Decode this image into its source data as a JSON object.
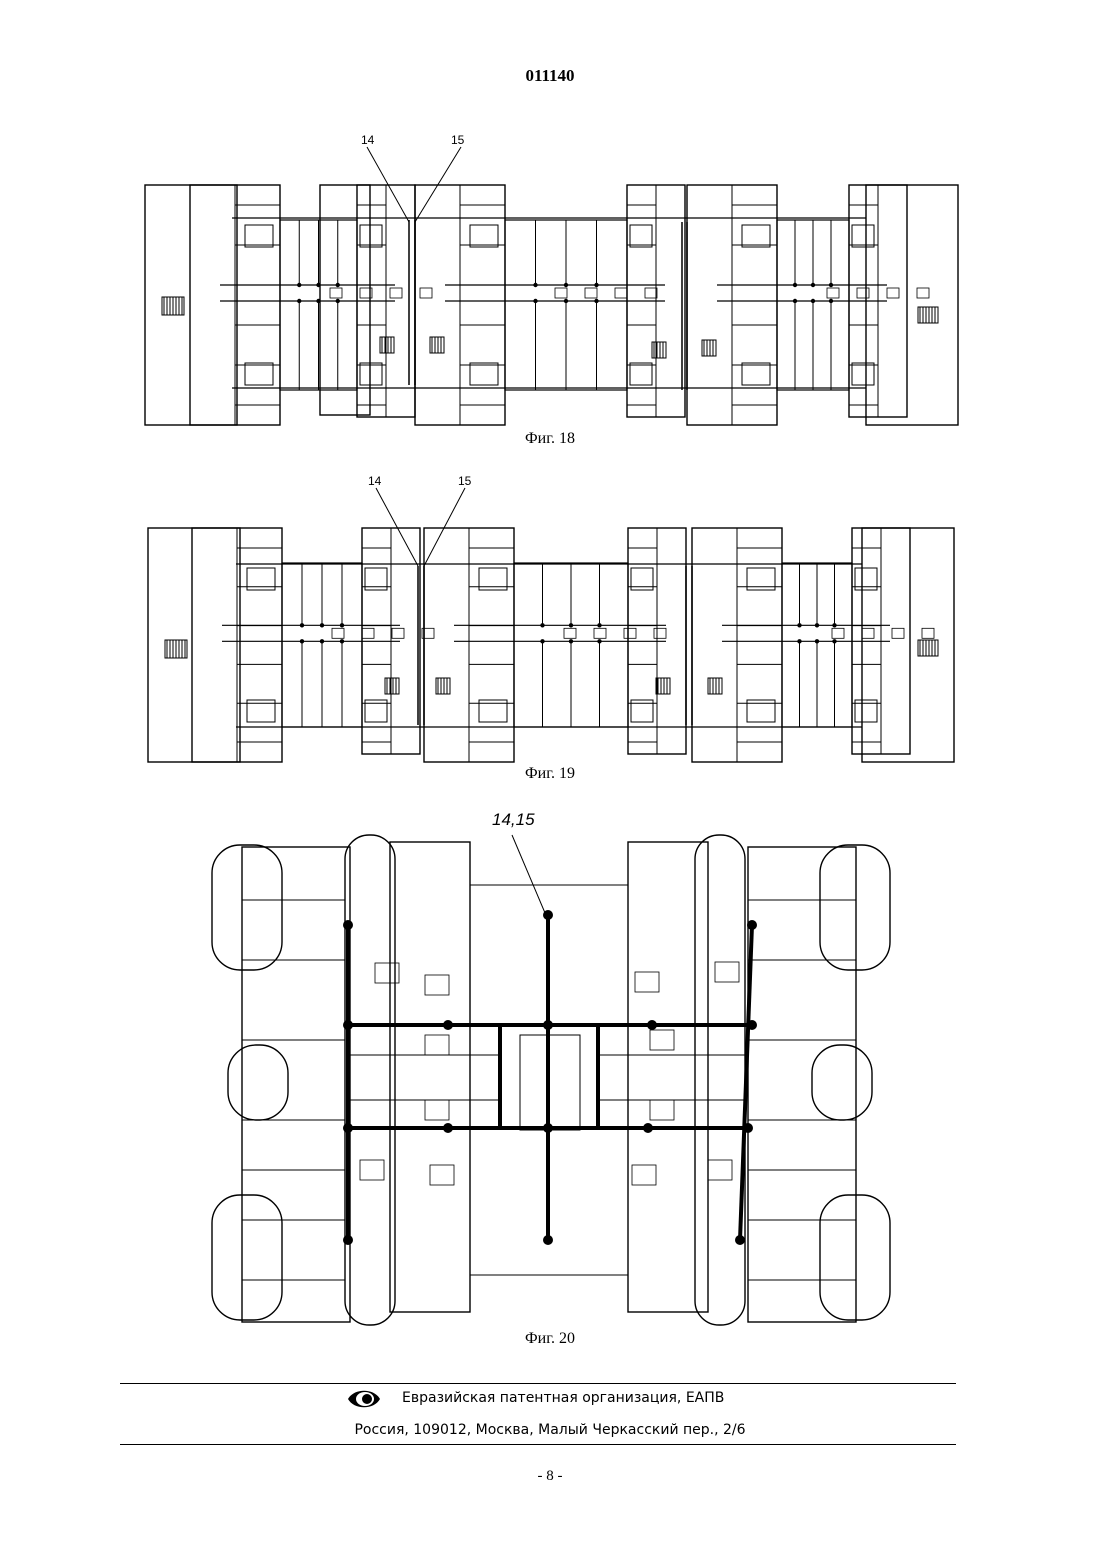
{
  "document_number": "011140",
  "figures": [
    {
      "caption": "Фиг. 18",
      "callouts": [
        "14",
        "15"
      ]
    },
    {
      "caption": "Фиг. 19",
      "callouts": [
        "14",
        "15"
      ]
    },
    {
      "caption": "Фиг. 20",
      "callouts": [
        "14,15"
      ]
    }
  ],
  "footer": {
    "organization": "Евразийская патентная организация, ЕАПВ",
    "address": "Россия, 109012, Москва, Малый Черкасский пер., 2/6",
    "page": "- 8 -"
  }
}
